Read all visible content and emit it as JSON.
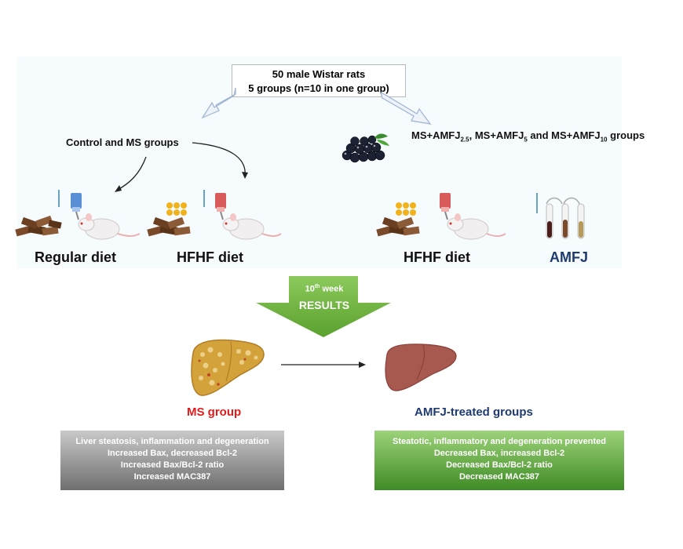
{
  "header": {
    "line1": "50 male Wistar rats",
    "line2": "5 groups (n=10 in one group)"
  },
  "control_label": "Control and MS groups",
  "treated_label": {
    "prefix": "MS+AMFJ",
    "sub1": "2.5",
    "mid1": ", MS+AMFJ",
    "sub2": "5",
    "mid2": " and MS+AMFJ",
    "sub3": "10",
    "suffix": " groups"
  },
  "diets": {
    "regular": "Regular diet",
    "hfhf1": "HFHF diet",
    "hfhf2": "HFHF diet",
    "amfj": "AMFJ"
  },
  "arrow": {
    "week_num": "10",
    "week_sup": "th",
    "week_word": " week",
    "results": "RESULTS"
  },
  "ms_group": {
    "title": "MS group",
    "lines": [
      "Liver steatosis, inflammation and degeneration",
      "Increased Bax, decreased Bcl-2",
      "Increased Bax/Bcl-2  ratio",
      "Increased MAC387"
    ]
  },
  "amfj_group": {
    "title": "AMFJ-treated groups",
    "lines": [
      "Steatotic, inflammatory and degeneration prevented",
      "Decreased Bax, increased Bcl-2",
      "Decreased Bax/Bcl-2  ratio",
      "Decreased MAC387"
    ]
  },
  "colors": {
    "ms_title": "#e01b1b",
    "amfj_title": "#1f3a6e",
    "green_arrow": "#6db33f",
    "ms_box": "#8a8a8a",
    "amfj_box": "#5aa836"
  },
  "icons": [
    "rat-icon",
    "food-pellets-icon",
    "water-bottle-icon",
    "fat-drops-icon",
    "berries-icon",
    "test-tubes-icon",
    "fatty-liver-icon",
    "healthy-liver-icon"
  ]
}
